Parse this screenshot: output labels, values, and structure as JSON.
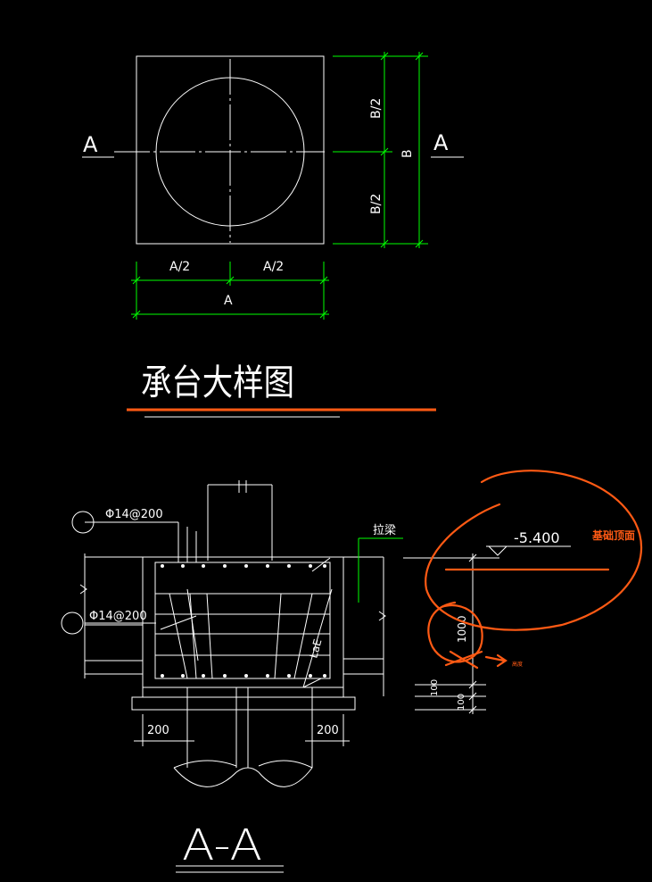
{
  "colors": {
    "background": "#000000",
    "line": "#ffffff",
    "dimension": "#00ff00",
    "markup": "#ff5a14"
  },
  "plan": {
    "section_mark_left": "A",
    "section_mark_right": "A",
    "dim_top_half": "B/2",
    "dim_bottom_half": "B/2",
    "dim_total_vertical": "B",
    "dim_left_half": "A/2",
    "dim_right_half": "A/2",
    "dim_total_horizontal": "A"
  },
  "title": "承台大样图",
  "section": {
    "rebar_top": "Φ14@200",
    "rebar_mid": "Φ14@200",
    "tie_beam": "拉梁",
    "elevation": "-5.400",
    "anchor_length": "LaE",
    "dim_depth": "1000",
    "dim_cover_1": "100",
    "dim_cover_2": "100",
    "dim_left_offset": "200",
    "dim_right_offset": "200",
    "title": "A-A"
  },
  "annotations": {
    "foundation_top_note": "基础顶面",
    "arrow_note": "高度"
  }
}
